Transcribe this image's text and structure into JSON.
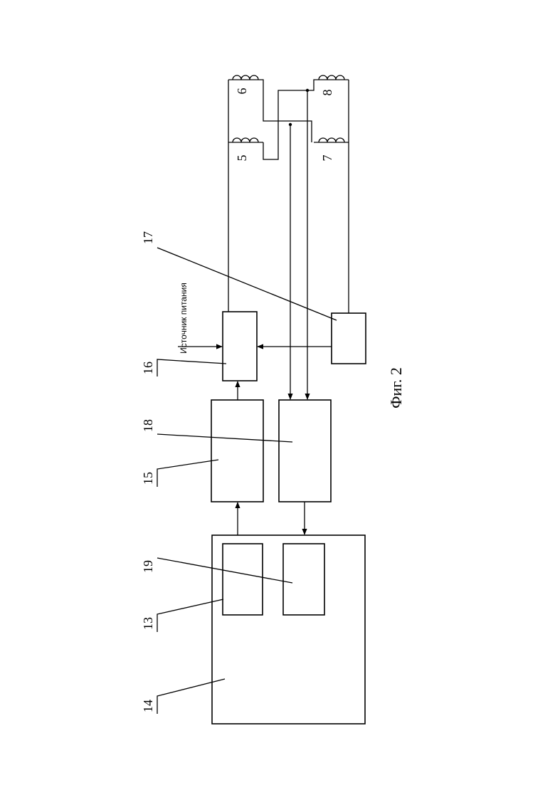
{
  "figure": {
    "caption": "Фиг. 2",
    "power_source_label": "Источник питания",
    "labels": {
      "l14": "14",
      "l13": "13",
      "l19": "19",
      "l15": "15",
      "l18": "18",
      "l16": "16",
      "l17": "17",
      "l5": "5",
      "l6": "6",
      "l7": "7",
      "l8": "8"
    }
  }
}
